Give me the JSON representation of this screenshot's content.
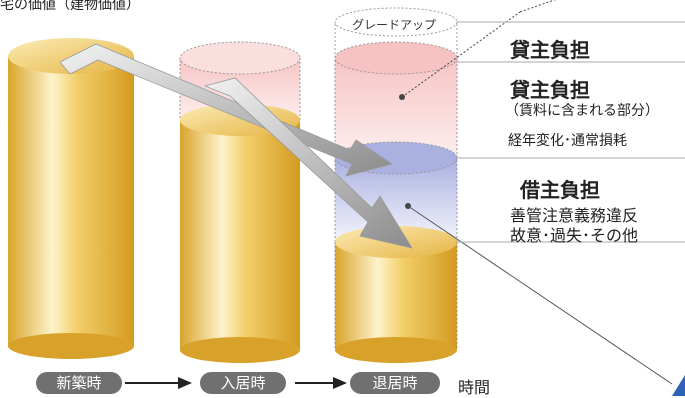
{
  "title": "宅の価値（建物価値）",
  "upgrade_label": "グレードアップ",
  "sections": {
    "landlord_top": "貸主負担",
    "landlord_main": "貸主負担",
    "landlord_note": "（賃料に含まれる部分）",
    "landlord_detail": "経年変化･通常損耗",
    "tenant": "借主負担",
    "tenant_line1": "善管注意義務違反",
    "tenant_line2": "故意･過失･その他"
  },
  "timeline": {
    "stages": [
      "新築時",
      "入居時",
      "退居時"
    ],
    "axis_label": "時間"
  },
  "colors": {
    "gold": "#e3b43a",
    "gold_light": "#fbf1c7",
    "pink": "#f7c9c9",
    "lavender": "#b8bde6",
    "arrow_gray": "#8a8a8a",
    "pill_gray": "#707070"
  }
}
